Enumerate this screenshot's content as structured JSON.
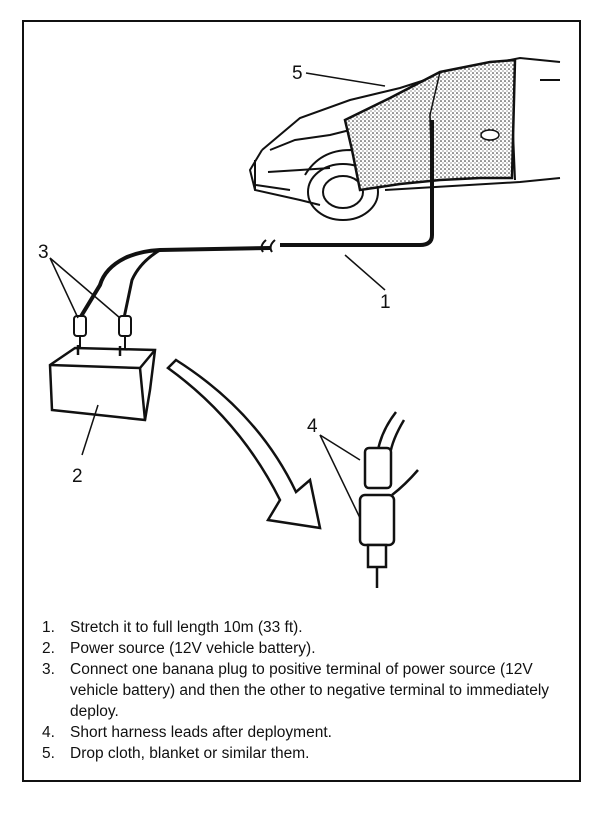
{
  "callouts": {
    "c1": "1",
    "c2": "2",
    "c3": "3",
    "c4": "4",
    "c5": "5"
  },
  "notes": [
    {
      "num": "1.",
      "text": "Stretch it to full length 10m (33 ft)."
    },
    {
      "num": "2.",
      "text": "Power source (12V vehicle battery)."
    },
    {
      "num": "3.",
      "text": "Connect one banana plug to positive terminal of power source (12V vehicle battery) and then the other to negative terminal to immediately deploy."
    },
    {
      "num": "4.",
      "text": "Short harness leads after deployment."
    },
    {
      "num": "5.",
      "text": "Drop cloth, blanket or similar them."
    }
  ],
  "colors": {
    "ink": "#111111",
    "paper": "#ffffff"
  }
}
